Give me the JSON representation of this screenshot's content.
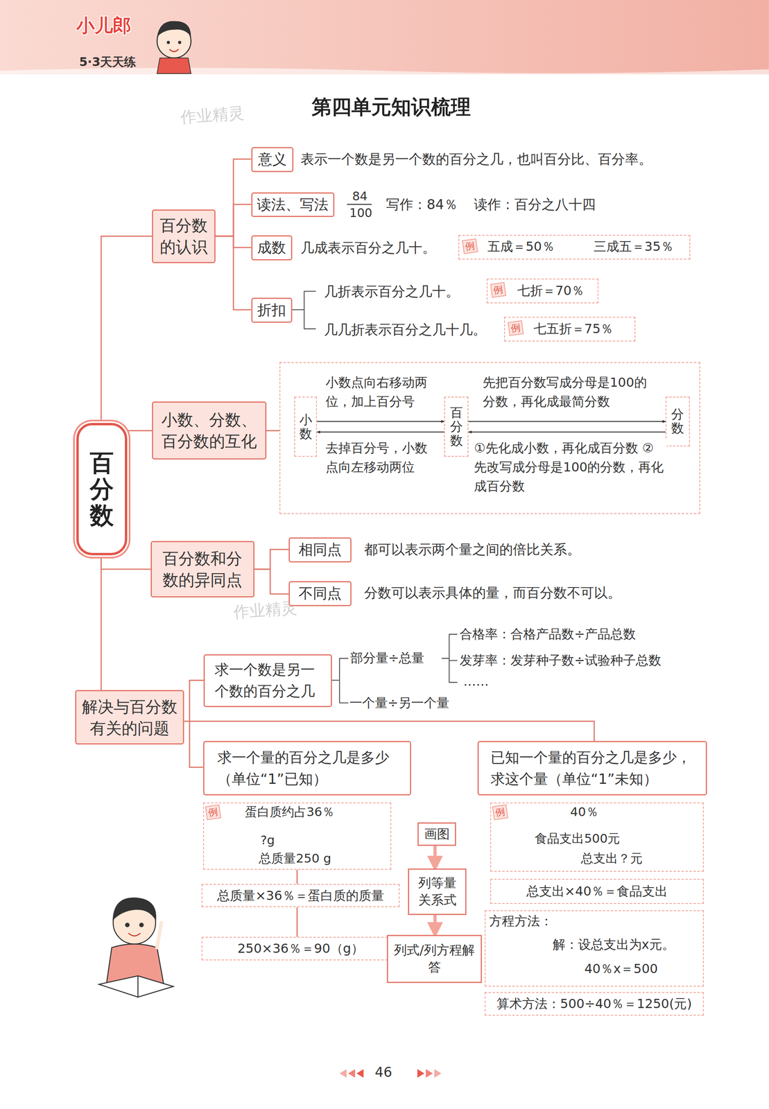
{
  "diagram": {
    "title": "第四单元知识梳理",
    "nodes": [
      {
        "text": [
          "百分数"
        ]
      },
      {
        "text": [
          "百分数的认识"
        ]
      },
      {
        "text": [
          "意义"
        ]
      },
      {
        "text": [
          "读法、写法"
        ]
      },
      {
        "text": [
          "成数"
        ]
      },
      {
        "text": [
          "折扣"
        ]
      },
      {
        "text": [
          "例",
          "五成＝50％",
          "三成五＝35％"
        ]
      },
      {
        "text": [
          "例",
          "七折＝70％"
        ]
      },
      {
        "text": [
          "例",
          "七五折＝75％"
        ]
      },
      {
        "text": [
          "小数、分数、百分数的互化"
        ]
      },
      {
        "text": []
      },
      {
        "text": [
          "小数"
        ],
        "in": 10
      },
      {
        "text": [
          "百分数"
        ],
        "in": 10
      },
      {
        "text": [
          "分数"
        ],
        "in": 10
      },
      {
        "text": [
          "百分数和分数的异同点"
        ]
      },
      {
        "text": [
          "相同点"
        ]
      },
      {
        "text": [
          "不同点"
        ]
      },
      {
        "text": [
          "解决与百分数有关的问题"
        ]
      },
      {
        "text": [
          "求一个数是另一个数的百分之几"
        ]
      },
      {
        "text": [
          "求一个量的百分之几是多少（单位“1”已知）"
        ]
      },
      {
        "text": [
          "已知一个量的百分之几是多少，求这个量（单位“1”未知）"
        ]
      },
      {
        "text": [
          "例",
          "蛋白质约占36％",
          "?g",
          "总质量250 g"
        ]
      },
      {
        "text": [
          "总质量×36％＝蛋白质的质量"
        ]
      },
      {
        "text": [
          "250×36％＝90（g）"
        ]
      },
      {
        "text": [
          "画图"
        ]
      },
      {
        "text": [
          "列等量关系式"
        ]
      },
      {
        "text": [
          "列式/列方程解答"
        ]
      },
      {
        "text": [
          "例",
          "40％",
          "食品支出500元",
          "总支出？元"
        ]
      },
      {
        "text": [
          "总支出×40％＝食品支出"
        ]
      },
      {
        "text": [
          "方程方法：",
          "解：设总支出为x元。",
          "40％x＝500"
        ]
      },
      {
        "text": [
          "算术方法：500÷40％＝1250(元)"
        ]
      }
    ],
    "edges": [
      {
        "from": 0,
        "to": 1,
        "arrow": "none"
      },
      {
        "from": 0,
        "to": 9,
        "arrow": "none"
      },
      {
        "from": 0,
        "to": 14,
        "arrow": "none"
      },
      {
        "from": 0,
        "to": 17,
        "arrow": "none"
      },
      {
        "from": 1,
        "to": 2,
        "arrow": "none"
      },
      {
        "from": 1,
        "to": 3,
        "arrow": "none"
      },
      {
        "from": 1,
        "to": 4,
        "arrow": "none"
      },
      {
        "from": 1,
        "to": 5,
        "arrow": "none"
      },
      {
        "from": 9,
        "to": 10,
        "arrow": "none"
      },
      {
        "from": 11,
        "to": 12,
        "arrow": "to",
        "label": "小数点向右移动两位，加上百分号"
      },
      {
        "from": 12,
        "to": 11,
        "arrow": "to",
        "label": "去掉百分号，小数点向左移动两位"
      },
      {
        "from": 12,
        "to": 13,
        "arrow": "to",
        "label": "先把百分数写成分母是100的分数，再化成最简分数"
      },
      {
        "from": 13,
        "to": 12,
        "arrow": "to",
        "label": "①先化成小数，再化成百分数 ②先改写成分母是100的分数，再化成百分数"
      },
      {
        "from": 14,
        "to": 15,
        "arrow": "none"
      },
      {
        "from": 14,
        "to": 16,
        "arrow": "none"
      },
      {
        "from": 17,
        "to": 18,
        "arrow": "none"
      },
      {
        "from": 17,
        "to": 19,
        "arrow": "none"
      },
      {
        "from": 17,
        "to": 20,
        "arrow": "none"
      },
      {
        "from": 21,
        "to": 22,
        "arrow": "none"
      },
      {
        "from": 22,
        "to": 23,
        "arrow": "none"
      },
      {
        "from": 24,
        "to": 25,
        "arrow": "to"
      },
      {
        "from": 25,
        "to": 26,
        "arrow": "to"
      }
    ],
    "labels": [
      "小儿郎",
      "5·3天天练",
      "作业精灵",
      "表示一个数是另一个数的百分之几，也叫百分比、百分率。",
      "84",
      "100",
      "写作：84％",
      "读作：百分之八十四",
      "几成表示百分之几十。",
      "几折表示百分之几十。",
      "几几折表示百分之几十几。",
      "都可以表示两个量之间的倍比关系。",
      "分数可以表示具体的量，而百分数不可以。",
      "作业精灵",
      "部分量÷总量",
      "合格率：合格产品数÷产品总数",
      "发芽率：发芽种子数÷试验种子总数",
      "……",
      "一个量÷另一个量",
      "46"
    ]
  }
}
